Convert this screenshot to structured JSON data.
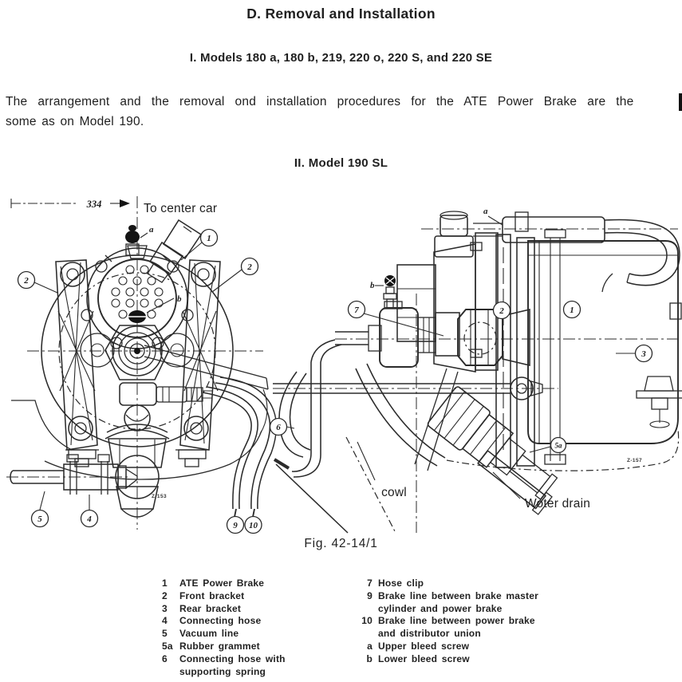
{
  "page": {
    "title": "D. Removal and Installation",
    "models_heading": "I. Models 180 a, 180 b, 219, 220 o, 220 S, and 220 SE",
    "intro_line1": "The arrangement and the removal ond installation procedures for the ATE Power Brake are the",
    "intro_line2": "some as on Model 190.",
    "model_heading2": "II. Model 190 SL",
    "figure_caption": "Fig. 42-14/1"
  },
  "figure": {
    "left": {
      "dimension_label": "334",
      "direction_label": "To center car",
      "bleed_a": "a",
      "bleed_b": "b",
      "callout_1": "1",
      "callout_2_left": "2",
      "callout_2_right": "2",
      "callout_4": "4",
      "callout_5": "5",
      "callout_9": "9",
      "callout_10": "10",
      "plate_code": "Z-153"
    },
    "right": {
      "bleed_a": "a",
      "bleed_b": "b",
      "callout_1": "1",
      "callout_2": "2",
      "callout_3": "3",
      "callout_5a": "5a",
      "callout_6": "6",
      "callout_7": "7",
      "cowl_label": "cowl",
      "water_drain_label": "Woter drain",
      "plate_code": "Z-157"
    }
  },
  "legend": {
    "left_column": [
      {
        "m": "1",
        "t": "ATE Power Brake",
        "t2": ""
      },
      {
        "m": "2",
        "t": "Front bracket",
        "t2": ""
      },
      {
        "m": "3",
        "t": "Rear bracket",
        "t2": ""
      },
      {
        "m": "4",
        "t": "Connecting hose",
        "t2": ""
      },
      {
        "m": "5",
        "t": "Vacuum line",
        "t2": ""
      },
      {
        "m": "5a",
        "t": "Rubber grammet",
        "t2": ""
      },
      {
        "m": "6",
        "t": "Connecting hose with",
        "t2": "supporting spring"
      }
    ],
    "right_column": [
      {
        "m": "7",
        "t": "Hose clip",
        "t2": ""
      },
      {
        "m": "9",
        "t": "Brake line between brake master",
        "t2": "cylinder and power brake"
      },
      {
        "m": "10",
        "t": "Brake line between power brake",
        "t2": "and distributor union"
      },
      {
        "m": "a",
        "t": "Upper bleed screw",
        "t2": ""
      },
      {
        "m": "b",
        "t": "Lower bleed screw",
        "t2": ""
      }
    ]
  },
  "colors": {
    "ink": "#1f1f1f",
    "paper": "#ffffff"
  }
}
